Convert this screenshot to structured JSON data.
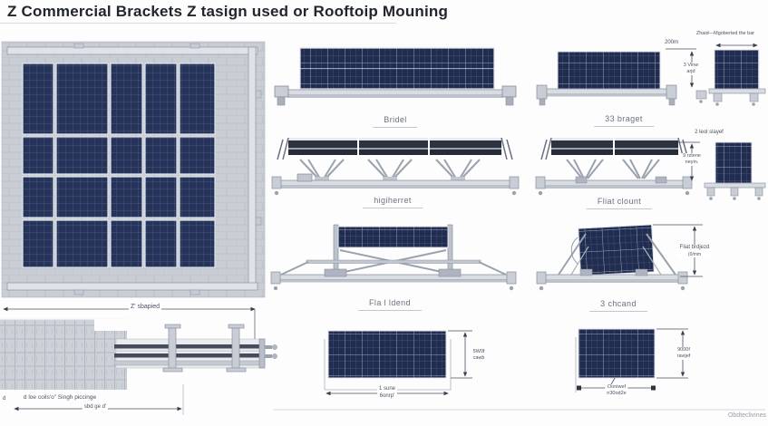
{
  "title": "Z Commercial Brackets Z tasign used or Rooftoip Mouning",
  "footer": {
    "note": "Obdteclivines"
  },
  "diagram_labels": {
    "flush_side": "Bridel",
    "tilt_rails_side": "higiherret",
    "elevated_frame": "Fla l ldend",
    "flush_front": "33 braget",
    "tilt_rails_front": "Fliat clount",
    "tilted_panel": "3 chcand"
  },
  "annotations": {
    "top_right": {
      "note": "Zhaid—Mgoberted the bar",
      "width_dim": "200m",
      "height_dim_line1": "3 Vinw",
      "height_dim_line2": "arjd"
    },
    "mid_right": {
      "title": "2 leol slayef",
      "height_dim_line1": "9 rztene",
      "height_dim_line2": "neyin."
    },
    "tilted_panel_height": {
      "line1": "Fliat brdjezd",
      "line2": "(0/mm"
    },
    "panel_width_mid": {
      "line1": "1 sune",
      "line2": "6onrp'"
    },
    "panel_height_mid": {
      "line1": "5W0f",
      "line2": "cawb"
    },
    "panel_height_right": {
      "line1": "9000f",
      "line2": "ravijef"
    },
    "panel_width_right": {
      "line1": "Ooniwef",
      "line2": "n30od2e"
    },
    "section": {
      "width_dim": "Z' sbapied",
      "caption": "d loe coils'o\" Singh piccinge",
      "base_dim": "sbd ge d'",
      "left_mark": "d"
    }
  },
  "colors": {
    "panel_navy": "#24315a",
    "roof_gray": "#c9cdd4",
    "metal_light": "#d9dce2",
    "metal_dark": "#2d333e",
    "dim_line": "#3a4150"
  }
}
